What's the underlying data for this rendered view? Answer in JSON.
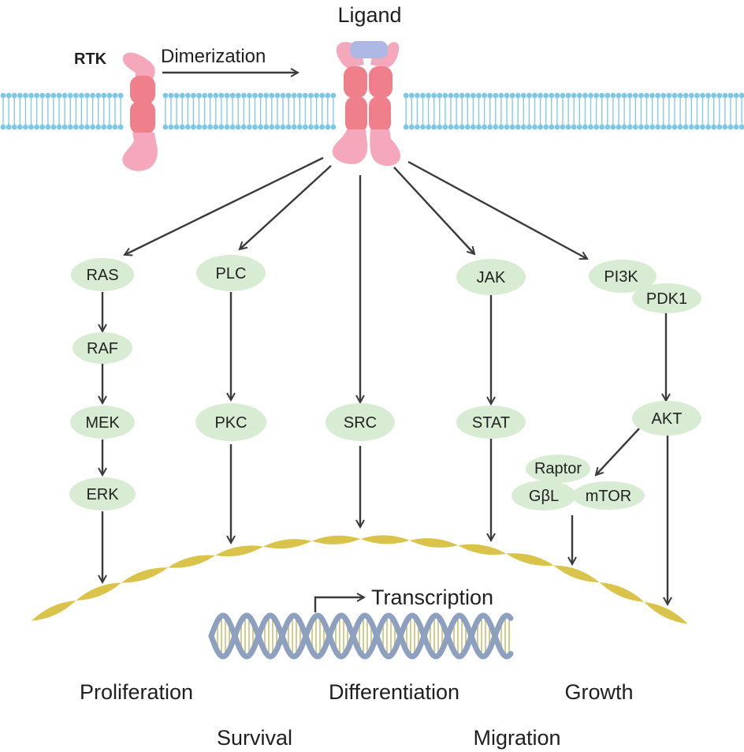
{
  "labels": {
    "ligand": "Ligand",
    "rtk": "RTK",
    "dimerization": "Dimerization",
    "transcription": "Transcription"
  },
  "nodes": {
    "ras": "RAS",
    "raf": "RAF",
    "mek": "MEK",
    "erk": "ERK",
    "plc": "PLC",
    "pkc": "PKC",
    "src": "SRC",
    "jak": "JAK",
    "stat": "STAT",
    "pi3k": "PI3K",
    "pdk1": "PDK1",
    "akt": "AKT",
    "raptor": "Raptor",
    "gbl": "GβL",
    "mtor": "mTOR"
  },
  "outcomes": {
    "proliferation": "Proliferation",
    "differentiation": "Differentiation",
    "growth": "Growth",
    "survival": "Survival",
    "migration": "Migration"
  },
  "colors": {
    "membrane": "#7cc6e6",
    "receptor_tm": "#ef7f8a",
    "receptor_ecd": "#f5a8bb",
    "ligand": "#aeb8e4",
    "node_fill": "#d7ecd3",
    "nucleus": "#d9c34a",
    "dna_backbone": "#8ea0bf",
    "dna_rungs": "#c8c070"
  }
}
